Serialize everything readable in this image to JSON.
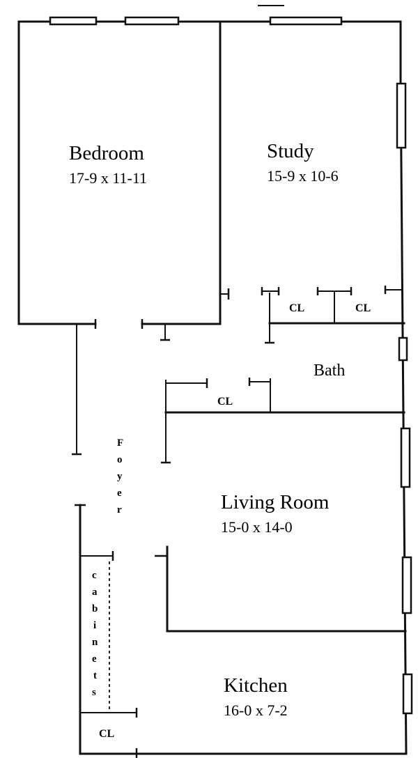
{
  "rooms": {
    "bedroom": {
      "name": "Bedroom",
      "dims": "17-9 x 11-11"
    },
    "study": {
      "name": "Study",
      "dims": "15-9 x 10-6"
    },
    "bath": {
      "name": "Bath"
    },
    "living": {
      "name": "Living Room",
      "dims": "15-0 x 14-0"
    },
    "kitchen": {
      "name": "Kitchen",
      "dims": "16-0 x 7-2"
    }
  },
  "closets": {
    "study_left": "CL",
    "study_right": "CL",
    "hall": "CL",
    "kitchen": "CL"
  },
  "foyer": {
    "letters": [
      "F",
      "o",
      "y",
      "e",
      "r"
    ]
  },
  "cabinets": {
    "letters": [
      "c",
      "a",
      "b",
      "i",
      "n",
      "e",
      "t",
      "s"
    ]
  }
}
